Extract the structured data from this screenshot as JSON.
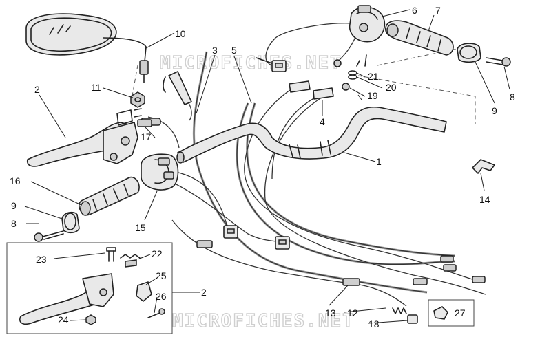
{
  "callouts": {
    "c1": "1",
    "c2": "2",
    "c2b": "2",
    "c3": "3",
    "c4": "4",
    "c5": "5",
    "c6": "6",
    "c7": "7",
    "c8": "8",
    "c8b": "8",
    "c9": "9",
    "c9b": "9",
    "c10": "10",
    "c11": "11",
    "c12": "12",
    "c13": "13",
    "c14": "14",
    "c15": "15",
    "c16": "16",
    "c17": "17",
    "c18": "18",
    "c19": "19",
    "c20": "20",
    "c21": "21",
    "c22": "22",
    "c23": "23",
    "c24": "24",
    "c25": "25",
    "c26": "26",
    "c27": "27"
  },
  "watermark": {
    "top": "MICROFICHES.NET",
    "bottom": "MICROFICHES.NET"
  },
  "colors": {
    "line": "#222222",
    "watermark": "#cfcfcf",
    "background": "#ffffff"
  }
}
